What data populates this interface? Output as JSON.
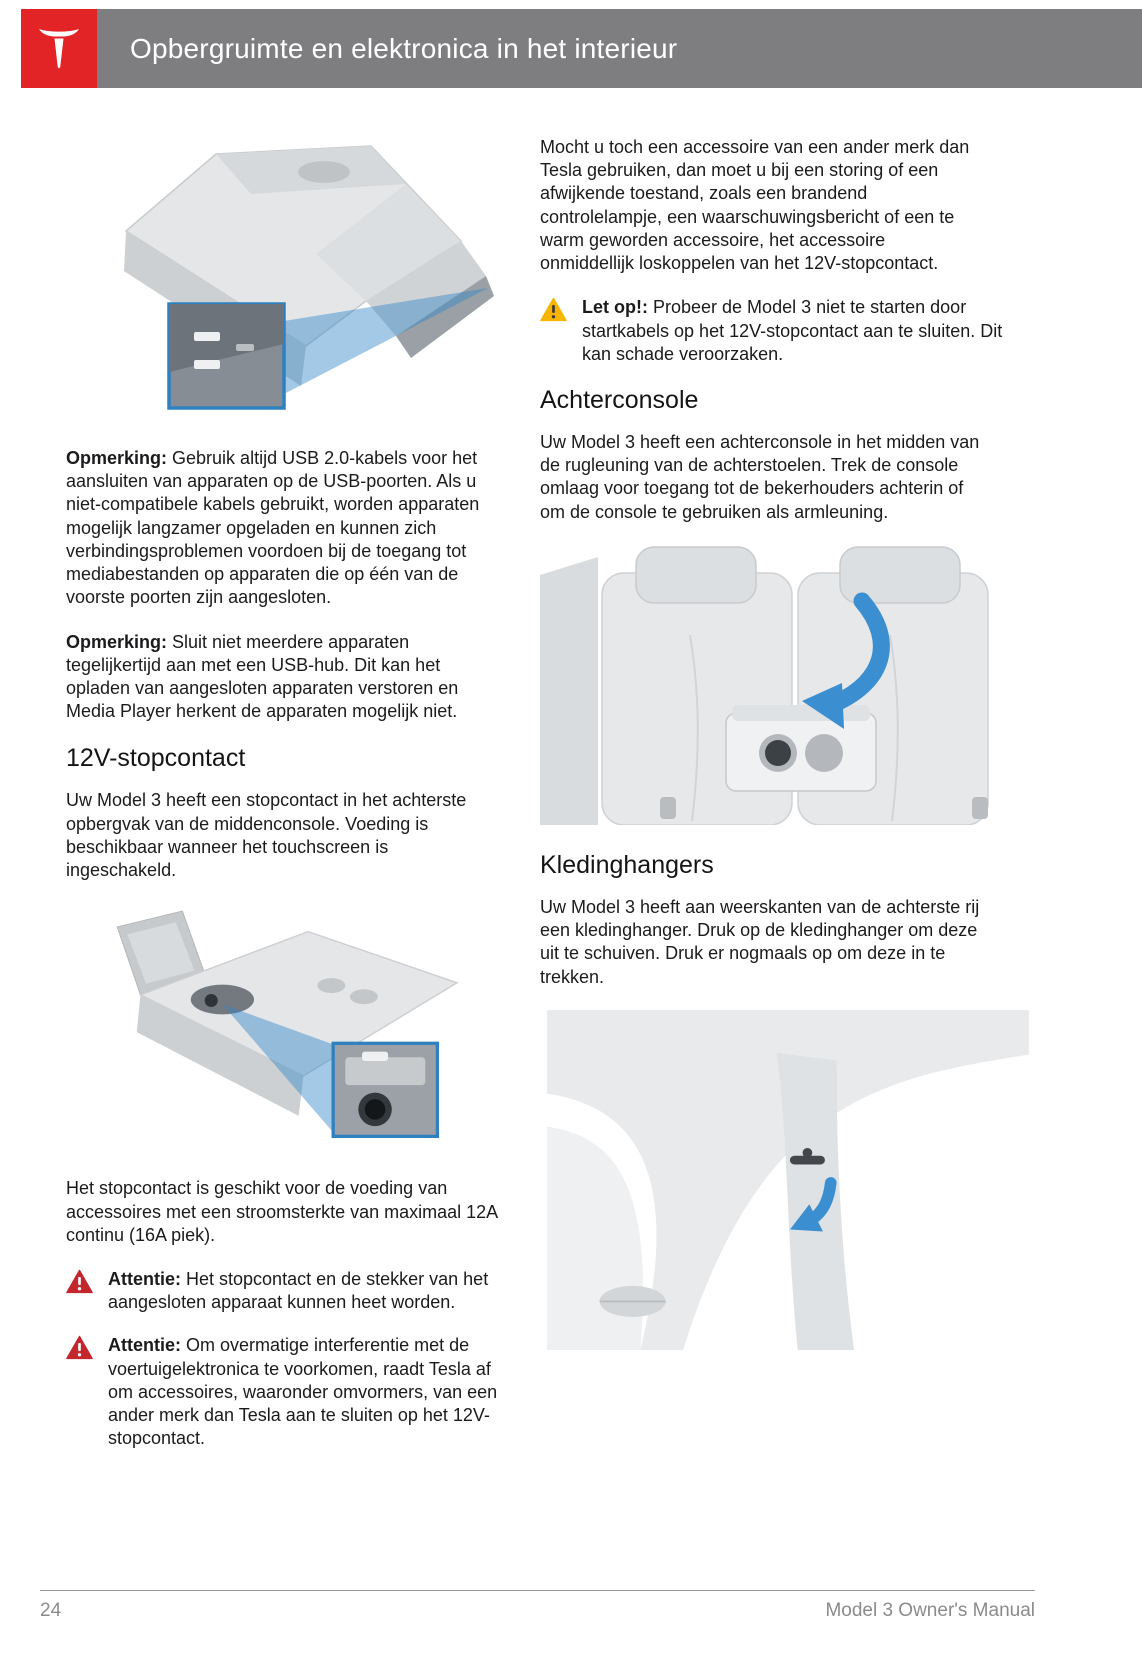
{
  "header": {
    "title": "Opbergruimte en elektronica in het interieur"
  },
  "left": {
    "note_usb": {
      "label": "Opmerking:",
      "text": "Gebruik altijd USB 2.0-kabels voor het aansluiten van apparaten op de USB-poorten. Als u niet-compatibele kabels gebruikt, worden apparaten mogelijk langzamer opgeladen en kunnen zich verbindingsproblemen voordoen bij de toegang tot mediabestanden op apparaten die op één van de voorste poorten zijn aangesloten."
    },
    "note_hub": {
      "label": "Opmerking:",
      "text": "Sluit niet meerdere apparaten tegelijkertijd aan met een USB-hub. Dit kan het opladen van aangesloten apparaten verstoren en Media Player herkent de apparaten mogelijk niet."
    },
    "section_12v": {
      "heading": "12V-stopcontact",
      "intro": "Uw Model 3 heeft een stopcontact in het achterste opbergvak van de middenconsole. Voeding is beschikbaar wanneer het touchscreen is ingeschakeld.",
      "capacity": "Het stopcontact is geschikt voor de voeding van accessoires met een stroomsterkte van maximaal 12A continu (16A piek).",
      "warning_heat": {
        "label": "Attentie:",
        "text": "Het stopcontact en de stekker van het aangesloten apparaat kunnen heet worden."
      },
      "warning_interference": {
        "label": "Attentie:",
        "text": "Om overmatige interferentie met de voertuigelektronica te voorkomen, raadt Tesla af om accessoires, waaronder omvormers, van een ander merk dan Tesla aan te sluiten op het 12V-stopcontact."
      }
    }
  },
  "right": {
    "accessory_para": "Mocht u toch een accessoire van een ander merk dan Tesla gebruiken, dan moet u bij een storing of een afwijkende toestand, zoals een brandend controlelampje, een waarschuwingsbericht of een te warm geworden accessoire, het accessoire onmiddellijk loskoppelen van het 12V-stopcontact.",
    "caution_jumpstart": {
      "label": "Let op!:",
      "text": "Probeer de Model 3 niet te starten door startkabels op het 12V-stopcontact aan te sluiten. Dit kan schade veroorzaken."
    },
    "section_rear_console": {
      "heading": "Achterconsole",
      "body": "Uw Model 3 heeft een achterconsole in het midden van de rugleuning van de achterstoelen. Trek de console omlaag voor toegang tot de bekerhouders achterin of om de console te gebruiken als armleuning."
    },
    "section_hangers": {
      "heading": "Kledinghangers",
      "body": "Uw Model 3 heeft aan weerskanten van de achterste rij een kledinghanger. Druk op de kledinghanger om deze uit te schuiven. Druk er nogmaals op om deze in te trekken."
    }
  },
  "footer": {
    "page_number": "24",
    "manual_title": "Model 3 Owner's Manual"
  },
  "icons": {
    "logo": "tesla-logo",
    "warning": "warning-triangle-red",
    "caution": "warning-triangle-yellow"
  },
  "colors": {
    "brand_red": "#E32426",
    "header_gray": "#7E7E80",
    "callout_blue": "#2F80BF",
    "warning_red": "#C4262E",
    "caution_yellow": "#F7B500"
  }
}
